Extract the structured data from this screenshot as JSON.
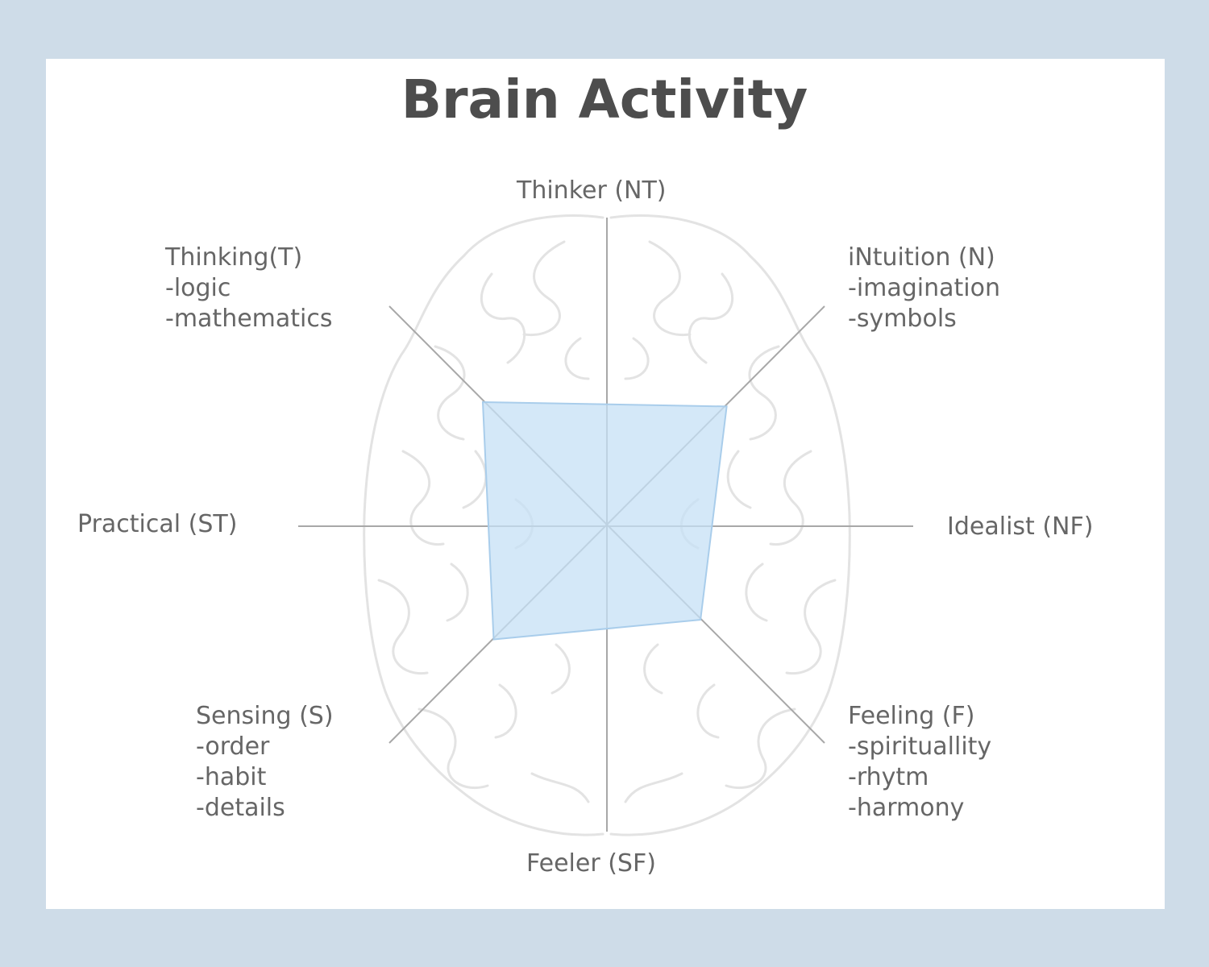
{
  "title": "Brain Activity",
  "axes": {
    "top": "Thinker (NT)",
    "right": "Idealist (NF)",
    "bottom": "Feeler (SF)",
    "left": "Practical (ST)"
  },
  "quadrants": {
    "top_left": {
      "heading": "Thinking(T)",
      "items": [
        "-logic",
        "-mathematics"
      ]
    },
    "top_right": {
      "heading": "iNtuition (N)",
      "items": [
        "-imagination",
        "-symbols"
      ]
    },
    "bottom_left": {
      "heading": "Sensing (S)",
      "items": [
        "-order",
        "-habit",
        "-details"
      ]
    },
    "bottom_right": {
      "heading": "Feeling (F)",
      "items": [
        "-spirituallity",
        "-rhytm",
        "-harmony"
      ]
    }
  },
  "activity_levels": {
    "top_left": 0.57,
    "top_right": 0.55,
    "bottom_right": 0.43,
    "bottom_left": 0.52
  },
  "colors": {
    "page_background": "#cedce8",
    "card_background": "#ffffff",
    "title": "#4d4d4d",
    "label": "#666666",
    "axis": "#a8a8a8",
    "brain_outline": "#e3e3e3",
    "activity_fill": "#c6e0f5",
    "activity_stroke": "#a9cdeb"
  },
  "icons": [
    "brain-icon"
  ]
}
